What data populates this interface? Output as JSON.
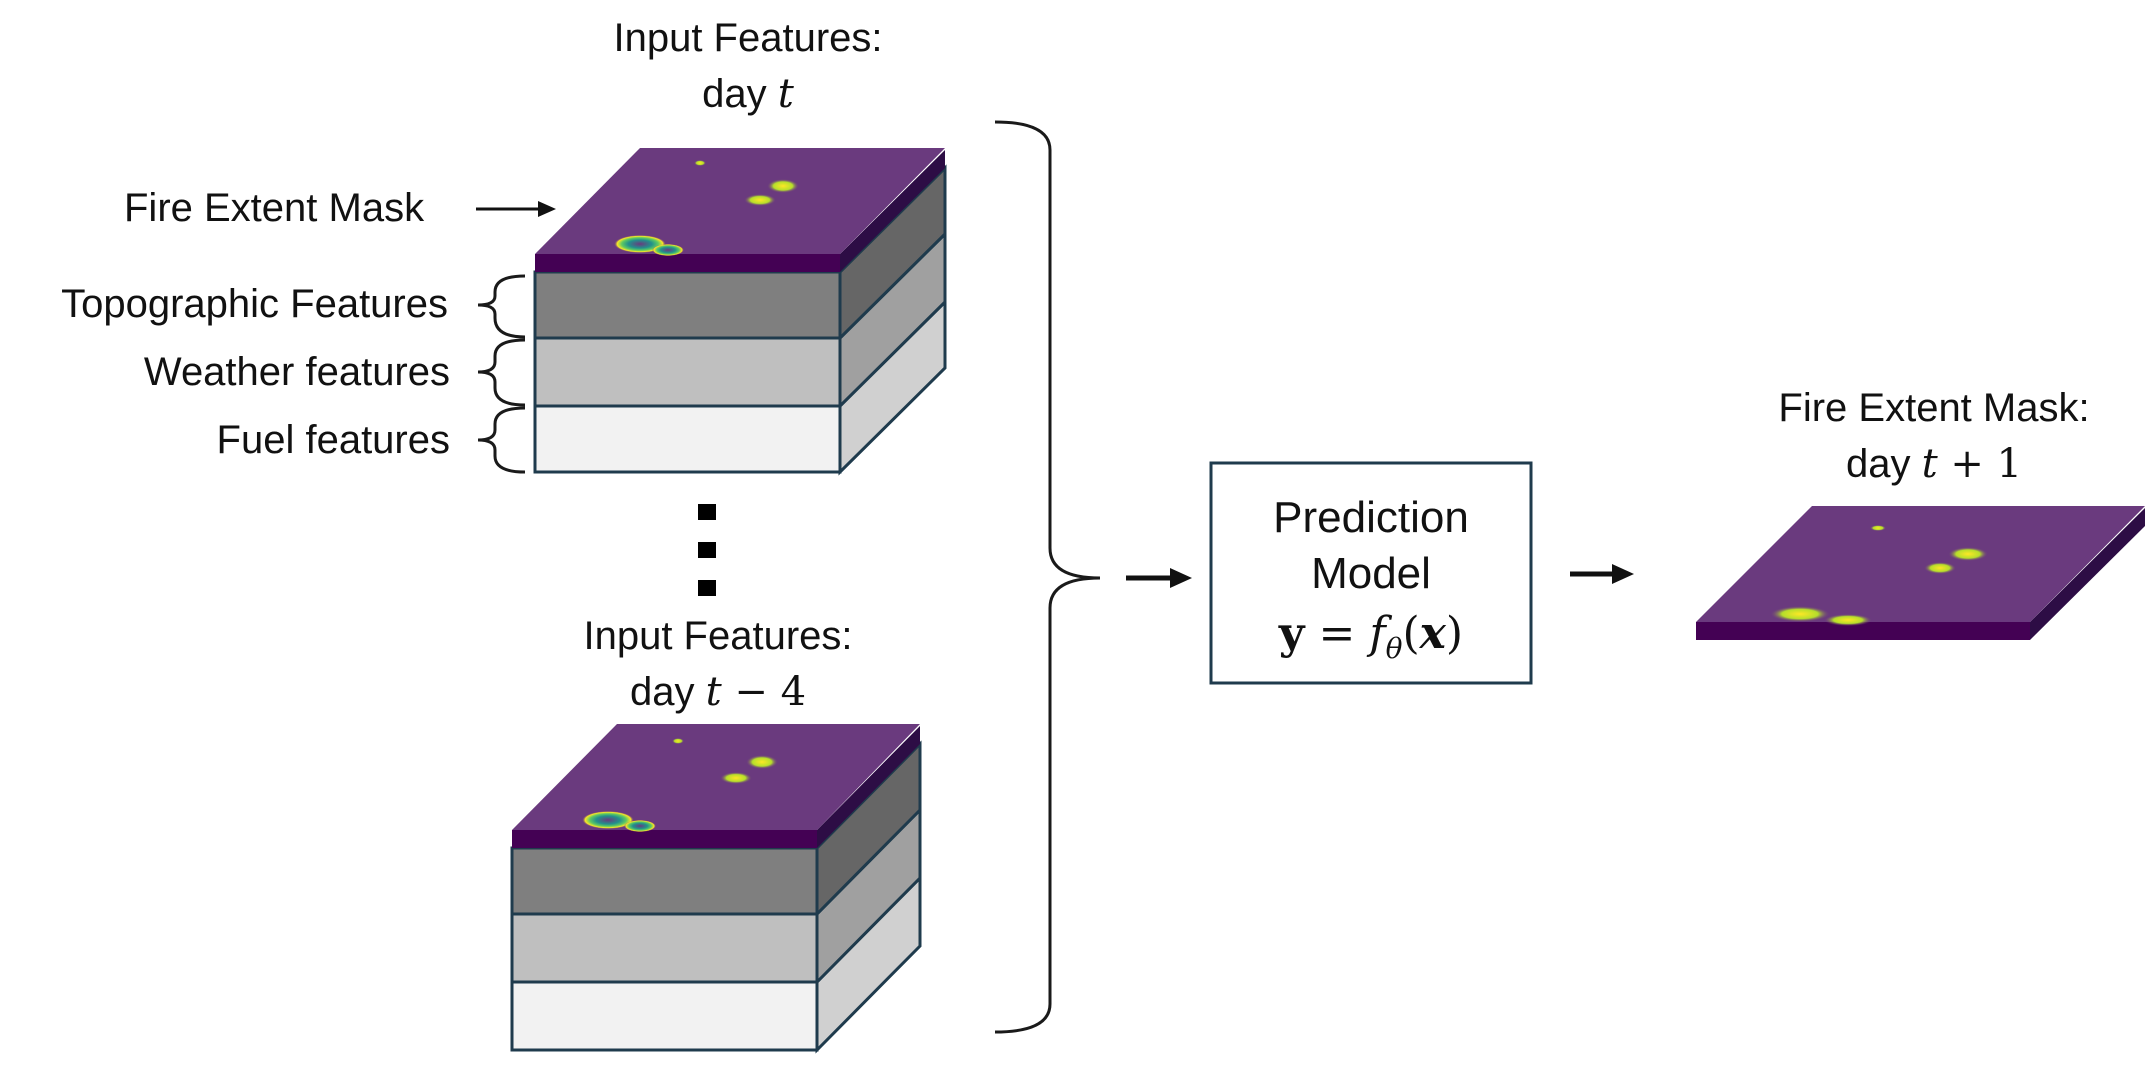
{
  "top_stack": {
    "title_line1": "Input Features:",
    "title_day": "day",
    "title_var": "t",
    "layer_labels": {
      "fire_mask": "Fire Extent Mask",
      "topographic": "Topographic Features",
      "weather": "Weather features",
      "fuel": "Fuel features"
    }
  },
  "bottom_stack": {
    "title_line1": "Input Features:",
    "title_day": "day",
    "title_expr_var": "t",
    "title_expr_rest": " − 4"
  },
  "model_box": {
    "line1": "Prediction",
    "line2": "Model",
    "eq_y": "y",
    "eq_eq": " = ",
    "eq_f": "f",
    "eq_sub": "θ",
    "eq_arg_open": "(",
    "eq_x": "x",
    "eq_arg_close": ")"
  },
  "output": {
    "title_line1": "Fire Extent Mask:",
    "title_day": "day",
    "title_var": "t",
    "title_rest": " + 1"
  },
  "colors": {
    "viridis_purple": "#6a3a7e",
    "viridis_dark": "#440154",
    "layer_dark": "#7f7f7f",
    "layer_mid": "#bfbfbf",
    "layer_light": "#f2f2f2",
    "outline": "#1f3b4d"
  }
}
